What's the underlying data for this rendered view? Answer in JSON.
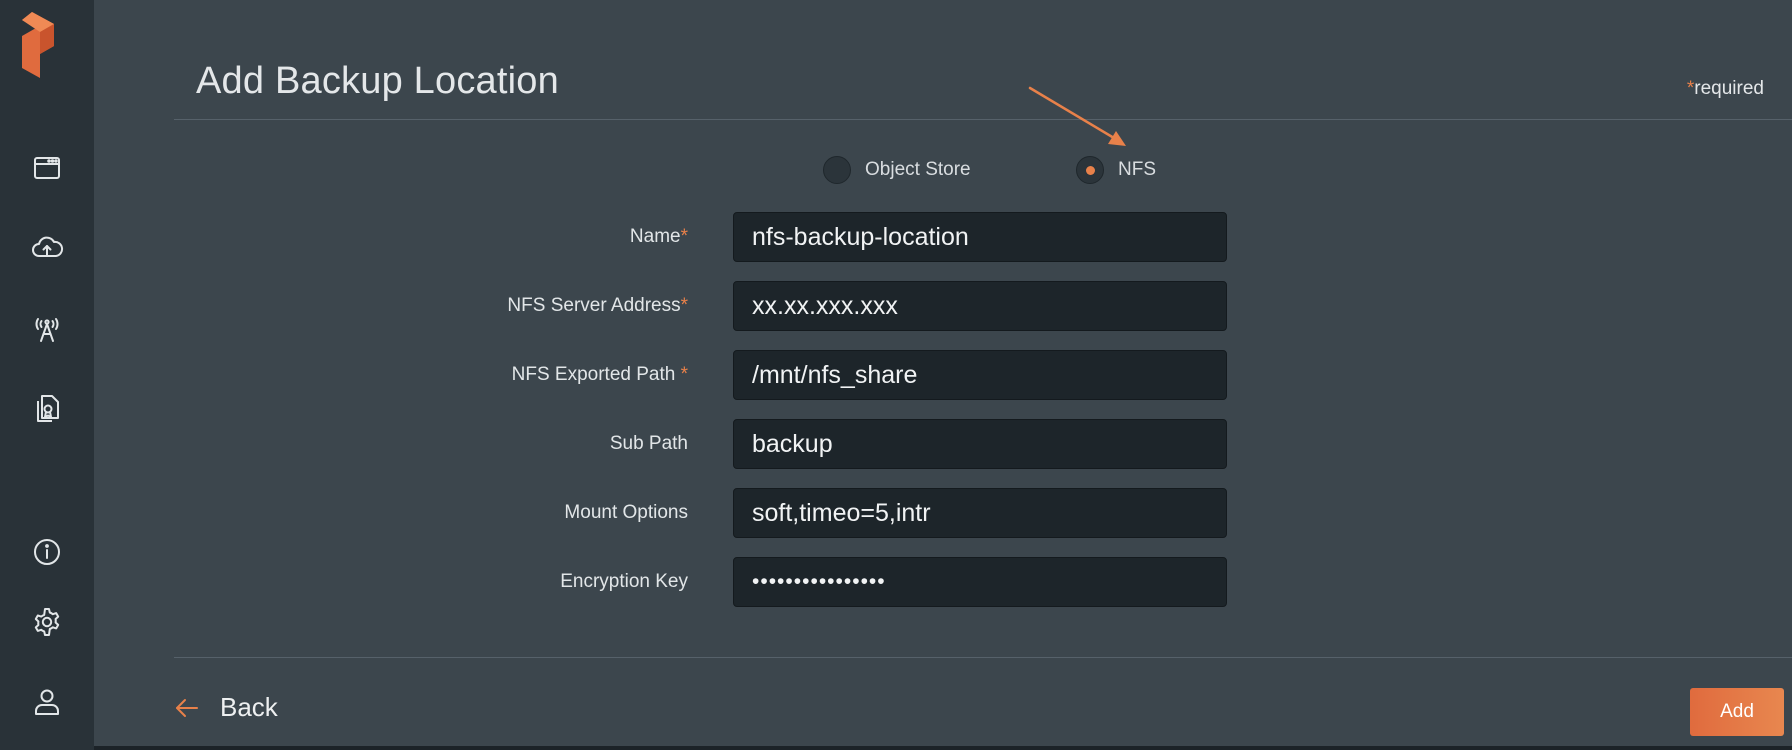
{
  "header": {
    "title": "Add Backup Location",
    "required_star": "*",
    "required_text": "required"
  },
  "sidebar": {
    "items": [
      {
        "icon": "browser-window-icon"
      },
      {
        "icon": "cloud-upload-icon"
      },
      {
        "icon": "antenna-signal-icon"
      },
      {
        "icon": "certificate-docs-icon"
      },
      {
        "icon": "info-icon"
      },
      {
        "icon": "gear-icon"
      },
      {
        "icon": "user-icon"
      }
    ]
  },
  "location_type": {
    "options": [
      {
        "label": "Object Store",
        "selected": false
      },
      {
        "label": "NFS",
        "selected": true
      }
    ]
  },
  "form": {
    "fields": [
      {
        "label": "Name",
        "required_star": "*",
        "value": "nfs-backup-location"
      },
      {
        "label": "NFS Server Address",
        "required_star": "*",
        "value": "xx.xx.xxx.xxx"
      },
      {
        "label": "NFS Exported Path ",
        "required_star": "*",
        "value": "/mnt/nfs_share"
      },
      {
        "label": "Sub Path",
        "required_star": "",
        "value": "backup"
      },
      {
        "label": "Mount Options",
        "required_star": "",
        "value": "soft,timeo=5,intr"
      },
      {
        "label": "Encryption Key",
        "required_star": "",
        "value": "••••••••••••••••"
      }
    ]
  },
  "footer": {
    "back_label": "Back",
    "add_label": "Add"
  },
  "colors": {
    "accent": "#e8814a",
    "background": "#3c464d",
    "sidebar": "#293238",
    "field": "#1d252a"
  }
}
